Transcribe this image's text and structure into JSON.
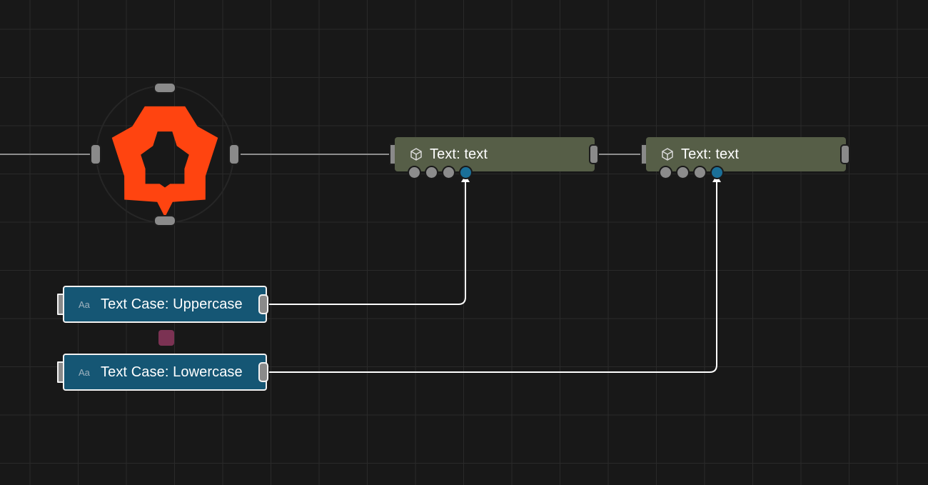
{
  "graph": {
    "nodes": {
      "text_node_1": {
        "label": "Text: text",
        "icon": "box-icon"
      },
      "text_node_2": {
        "label": "Text: text",
        "icon": "box-icon"
      },
      "uppercase_node": {
        "label": "Text Case: Uppercase",
        "icon": "text-case-icon",
        "icon_glyph": "Aa"
      },
      "lowercase_node": {
        "label": "Text Case: Lowercase",
        "icon": "text-case-icon",
        "icon_glyph": "Aa"
      }
    },
    "colors": {
      "background": "#181818",
      "grid": "#2a2a2a",
      "logo": "#ff4410",
      "text_node": "#565e47",
      "case_node": "#155674",
      "active_port": "#1a6f98",
      "marker": "#7b3253"
    }
  }
}
